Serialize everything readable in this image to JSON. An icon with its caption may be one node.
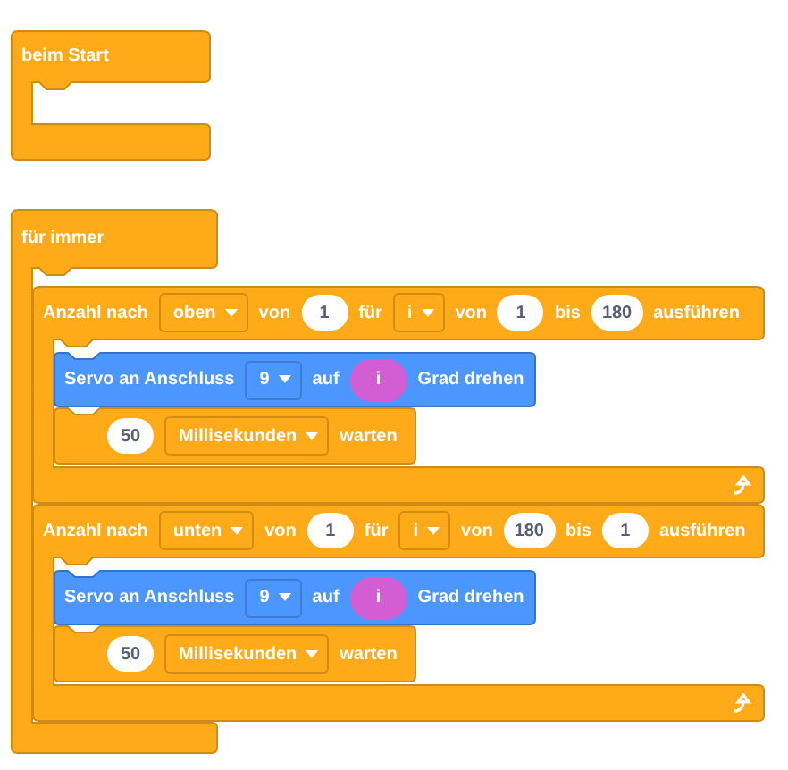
{
  "diagram": {
    "nodes": [
      {
        "text": [
          "beim Start"
        ]
      },
      {
        "text": [
          "für immer"
        ]
      },
      {
        "text": [
          "Anzahl nach",
          "von",
          "für",
          "von",
          "bis",
          "ausführen"
        ]
      },
      {
        "text": [
          "oben"
        ],
        "in": 2
      },
      {
        "text": [
          "1"
        ],
        "in": 2
      },
      {
        "text": [
          "i"
        ],
        "in": 2
      },
      {
        "text": [
          "1"
        ],
        "in": 2
      },
      {
        "text": [
          "180"
        ],
        "in": 2
      },
      {
        "text": [
          "Servo an Anschluss",
          "auf",
          "Grad drehen"
        ],
        "in": 2
      },
      {
        "text": [
          "9"
        ],
        "in": 8
      },
      {
        "text": [
          "i"
        ],
        "in": 8
      },
      {
        "text": [
          "warten"
        ],
        "in": 2
      },
      {
        "text": [
          "50"
        ],
        "in": 11
      },
      {
        "text": [
          "Millisekunden"
        ],
        "in": 11
      },
      {
        "text": [
          "Anzahl nach",
          "von",
          "für",
          "von",
          "bis",
          "ausführen"
        ]
      },
      {
        "text": [
          "unten"
        ],
        "in": 14
      },
      {
        "text": [
          "1"
        ],
        "in": 14
      },
      {
        "text": [
          "i"
        ],
        "in": 14
      },
      {
        "text": [
          "180"
        ],
        "in": 14
      },
      {
        "text": [
          "1"
        ],
        "in": 14
      },
      {
        "text": [
          "Servo an Anschluss",
          "auf",
          "Grad drehen"
        ],
        "in": 14
      },
      {
        "text": [
          "9"
        ],
        "in": 20
      },
      {
        "text": [
          "i"
        ],
        "in": 20
      },
      {
        "text": [
          "warten"
        ],
        "in": 14
      },
      {
        "text": [
          "50"
        ],
        "in": 23
      },
      {
        "text": [
          "Millisekunden"
        ],
        "in": 23
      }
    ]
  }
}
